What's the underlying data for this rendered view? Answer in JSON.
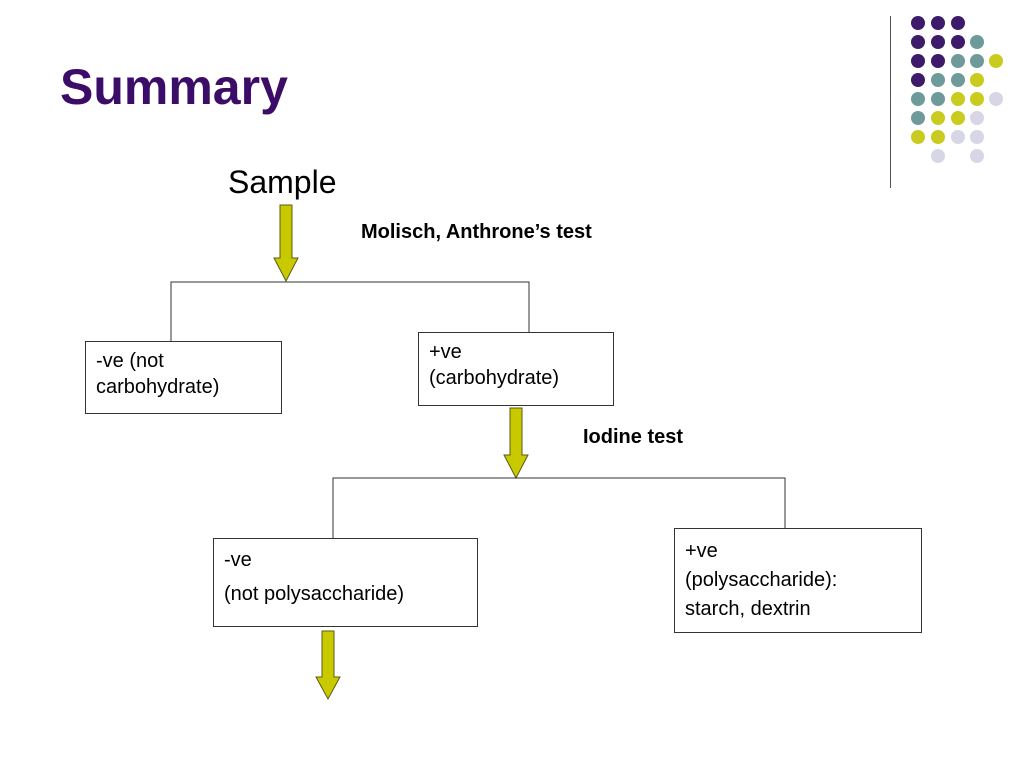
{
  "slide": {
    "title": "Summary"
  },
  "diagram": {
    "start_label": "Sample",
    "test1_label": "Molisch, Anthrone’s test",
    "test2_label": "Iodine test",
    "neg1": {
      "line1": "-ve (not",
      "line2": "carbohydrate)"
    },
    "pos1": {
      "line1": "+ve",
      "line2": "(carbohydrate)"
    },
    "neg2": {
      "line1": "-ve",
      "line2": "(not polysaccharide)"
    },
    "pos2": {
      "line1": "+ve",
      "line2": "(polysaccharide):",
      "line3": "starch, dextrin"
    }
  },
  "colors": {
    "title": "#3b0d68",
    "arrow_fill": "#c9c900",
    "arrow_stroke": "#5a5a1a",
    "dot_purple": "#3e1a6b",
    "dot_teal": "#6f9a9a",
    "dot_yellow": "#c9cc1e",
    "dot_lavender": "#d6d6e6"
  }
}
